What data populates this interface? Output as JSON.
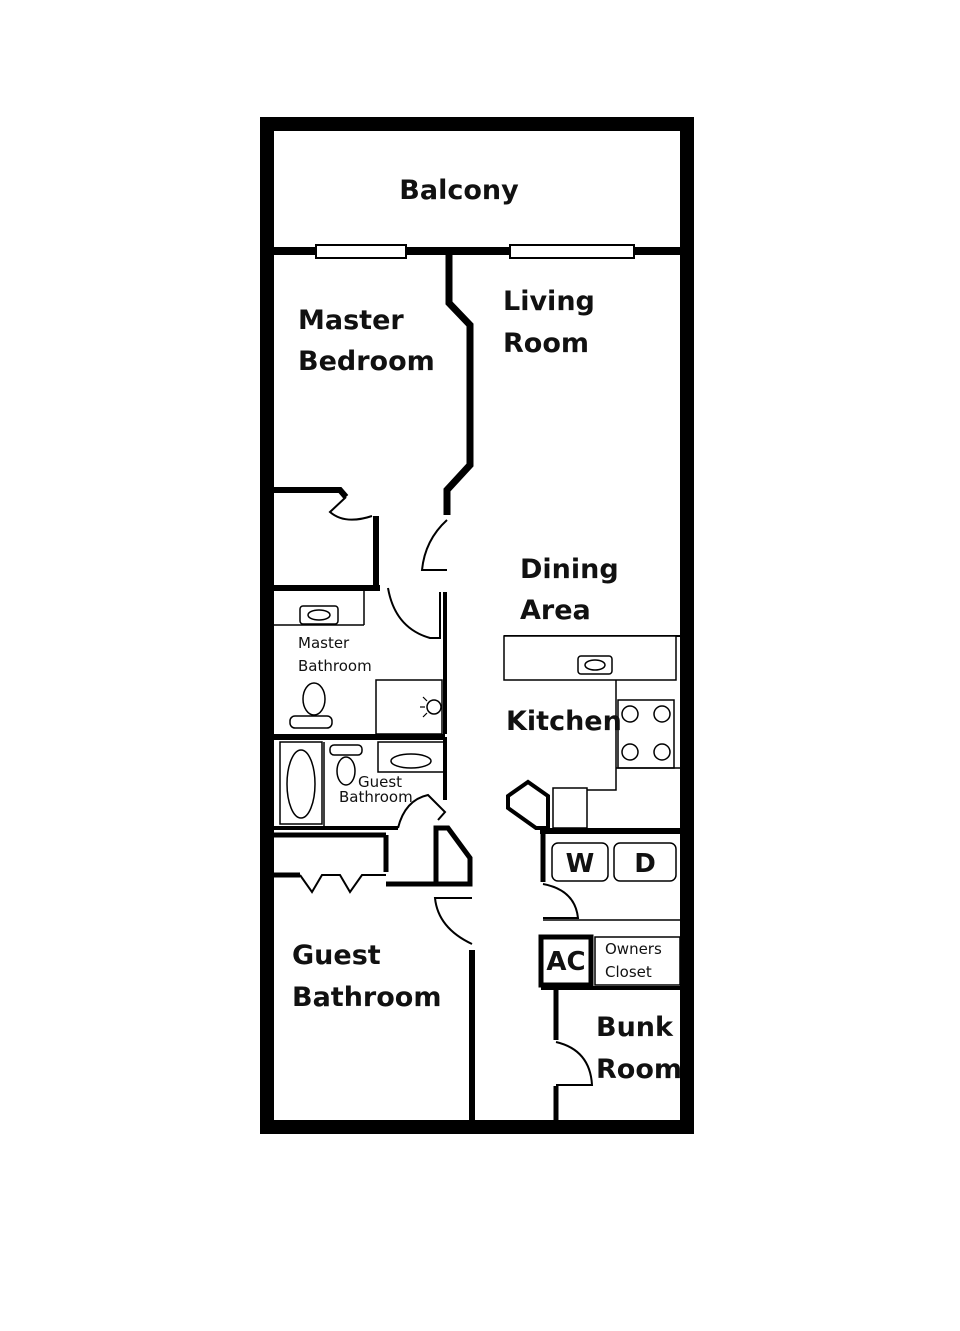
{
  "rooms": {
    "balcony": "Balcony",
    "master_bedroom": [
      "Master",
      "Bedroom"
    ],
    "living_room": [
      "Living",
      "Room"
    ],
    "dining_area": [
      "Dining",
      "Area"
    ],
    "master_bathroom": [
      "Master",
      "Bathroom"
    ],
    "kitchen": "Kitchen",
    "guest_bathroom_small": [
      "Guest",
      "Bathroom"
    ],
    "guest_bathroom_big": [
      "Guest",
      "Bathroom"
    ],
    "bunk_room": [
      "Bunk",
      "Room"
    ],
    "owners_closet": [
      "Owners",
      "Closet"
    ]
  },
  "appliances": {
    "washer": "W",
    "dryer": "D",
    "ac": "AC"
  }
}
